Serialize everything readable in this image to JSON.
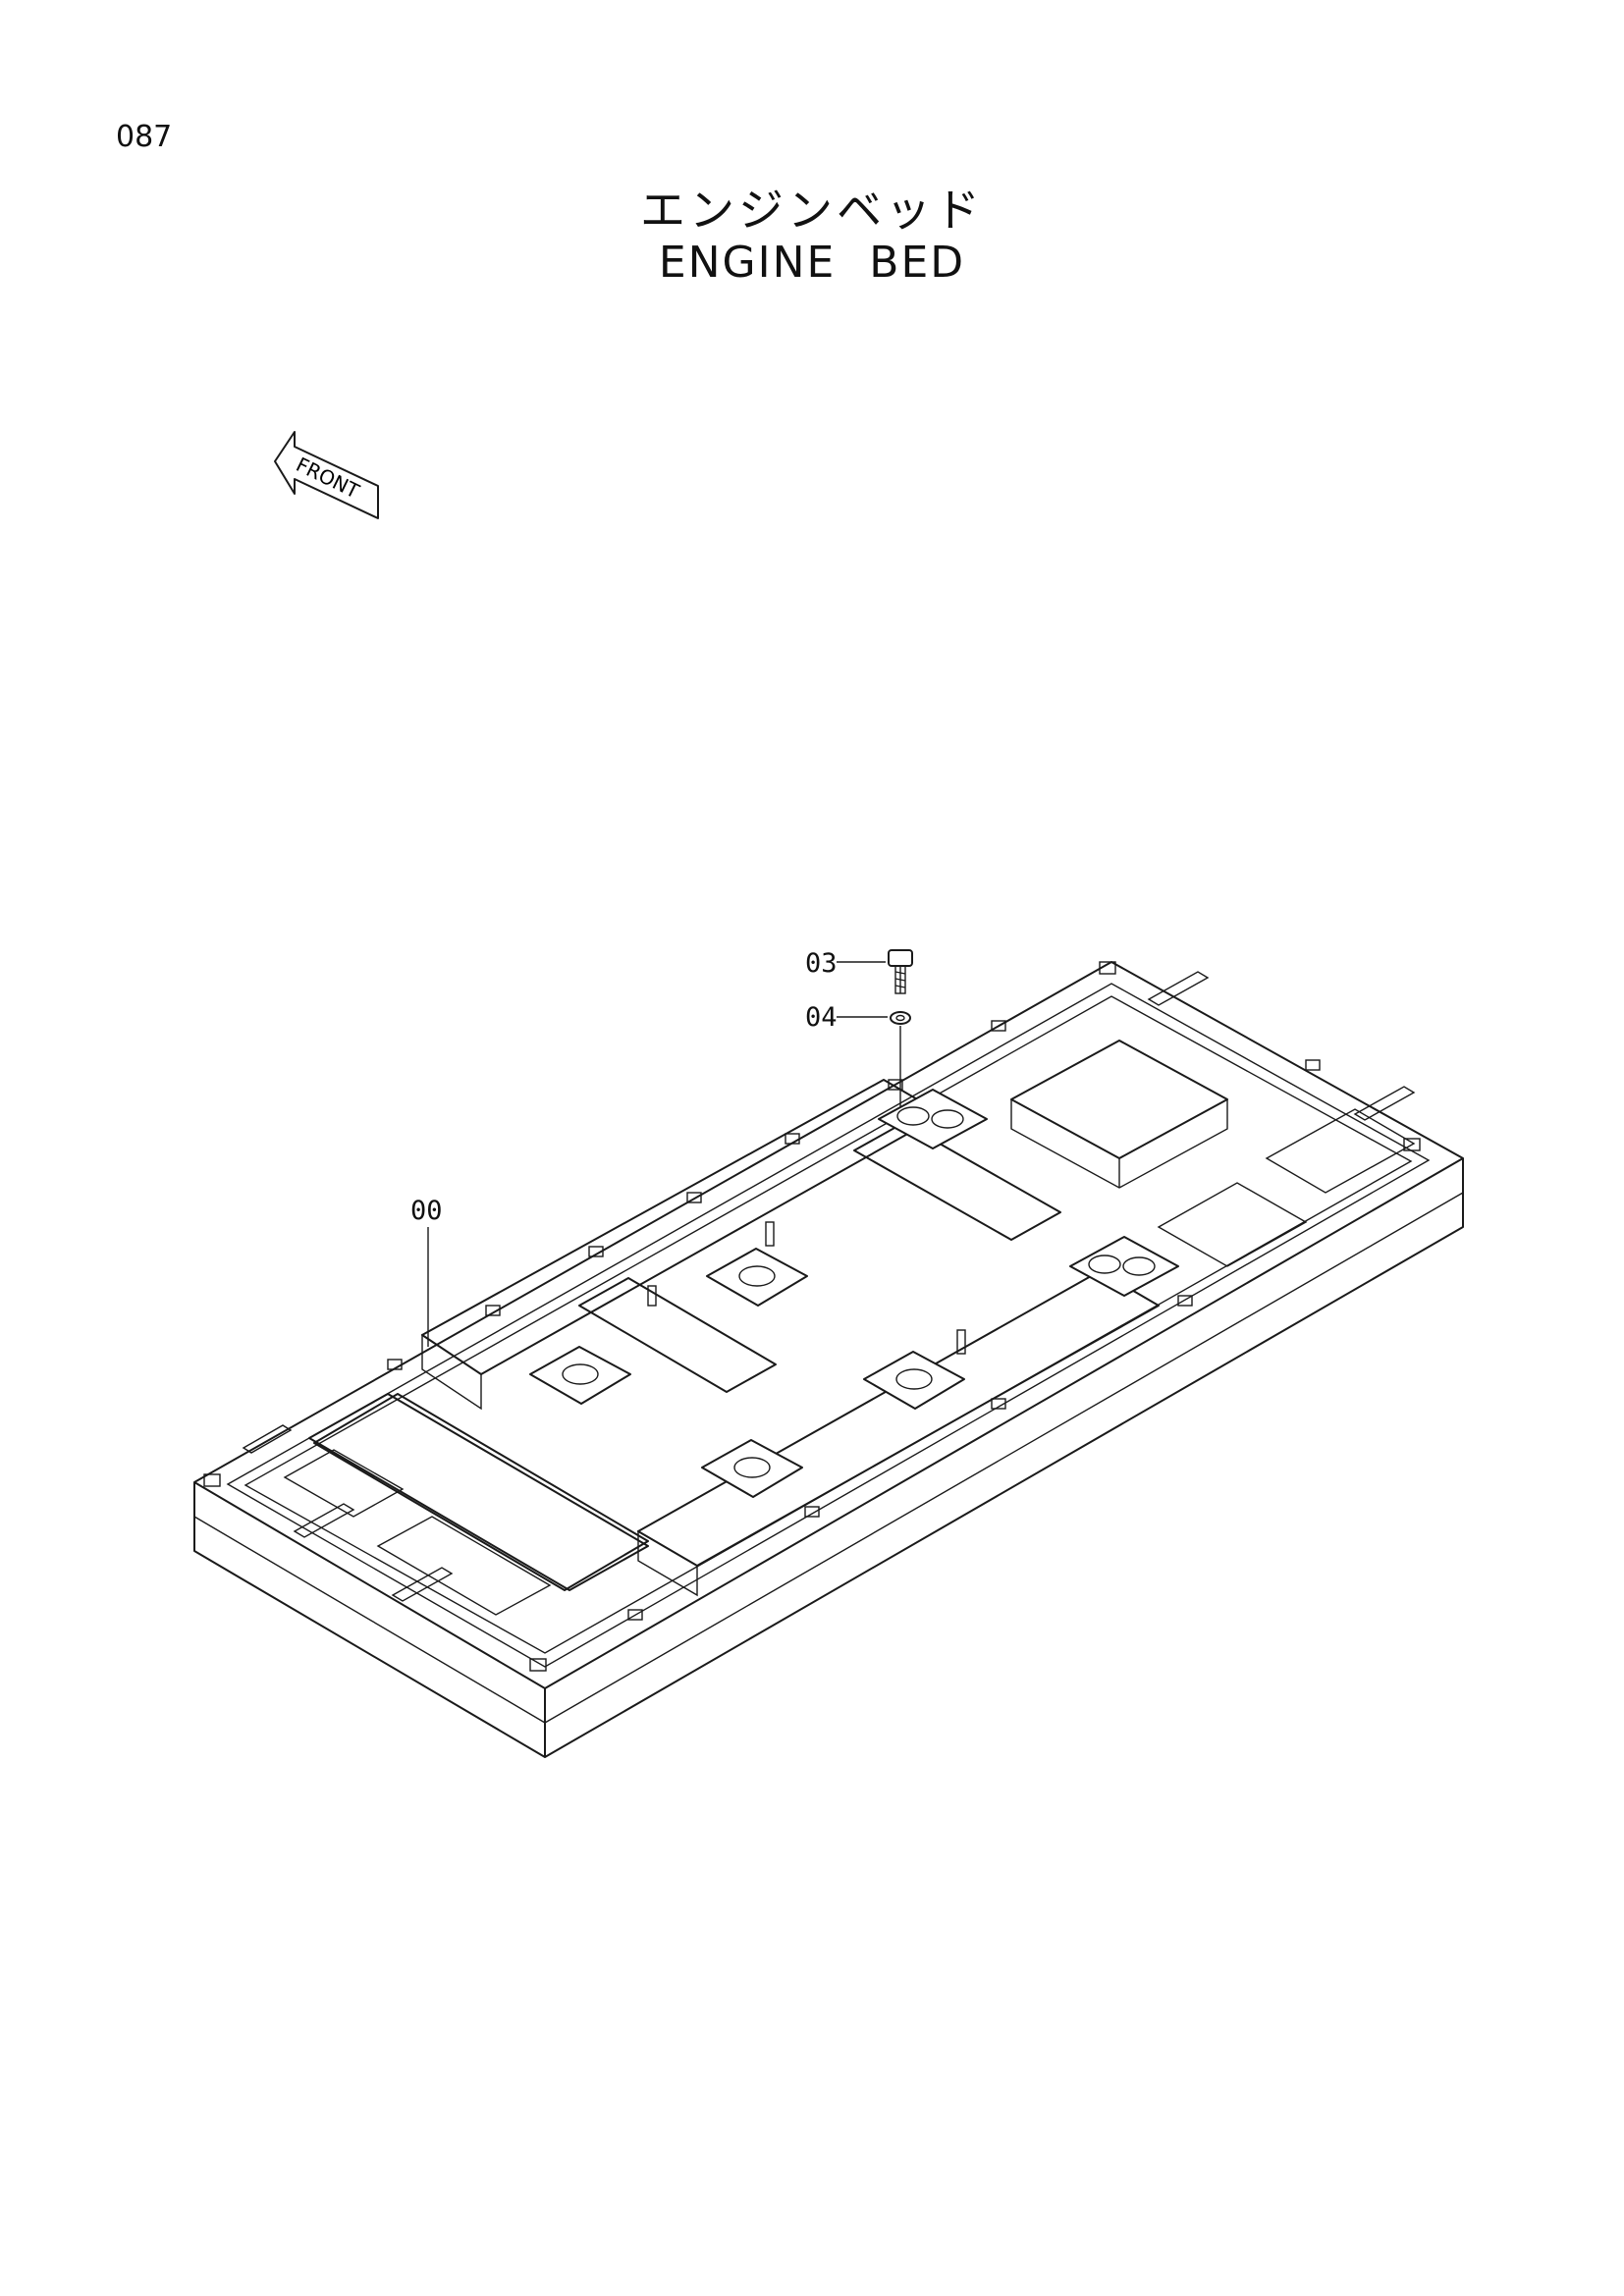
{
  "page": {
    "number": "087"
  },
  "title": {
    "japanese": "エンジンベッド",
    "english": "ENGINE BED"
  },
  "direction_indicator": {
    "label": "FRONT"
  },
  "callouts": [
    {
      "id": "03",
      "part": "bolt"
    },
    {
      "id": "04",
      "part": "washer"
    },
    {
      "id": "00",
      "part": "engine bed frame"
    }
  ]
}
